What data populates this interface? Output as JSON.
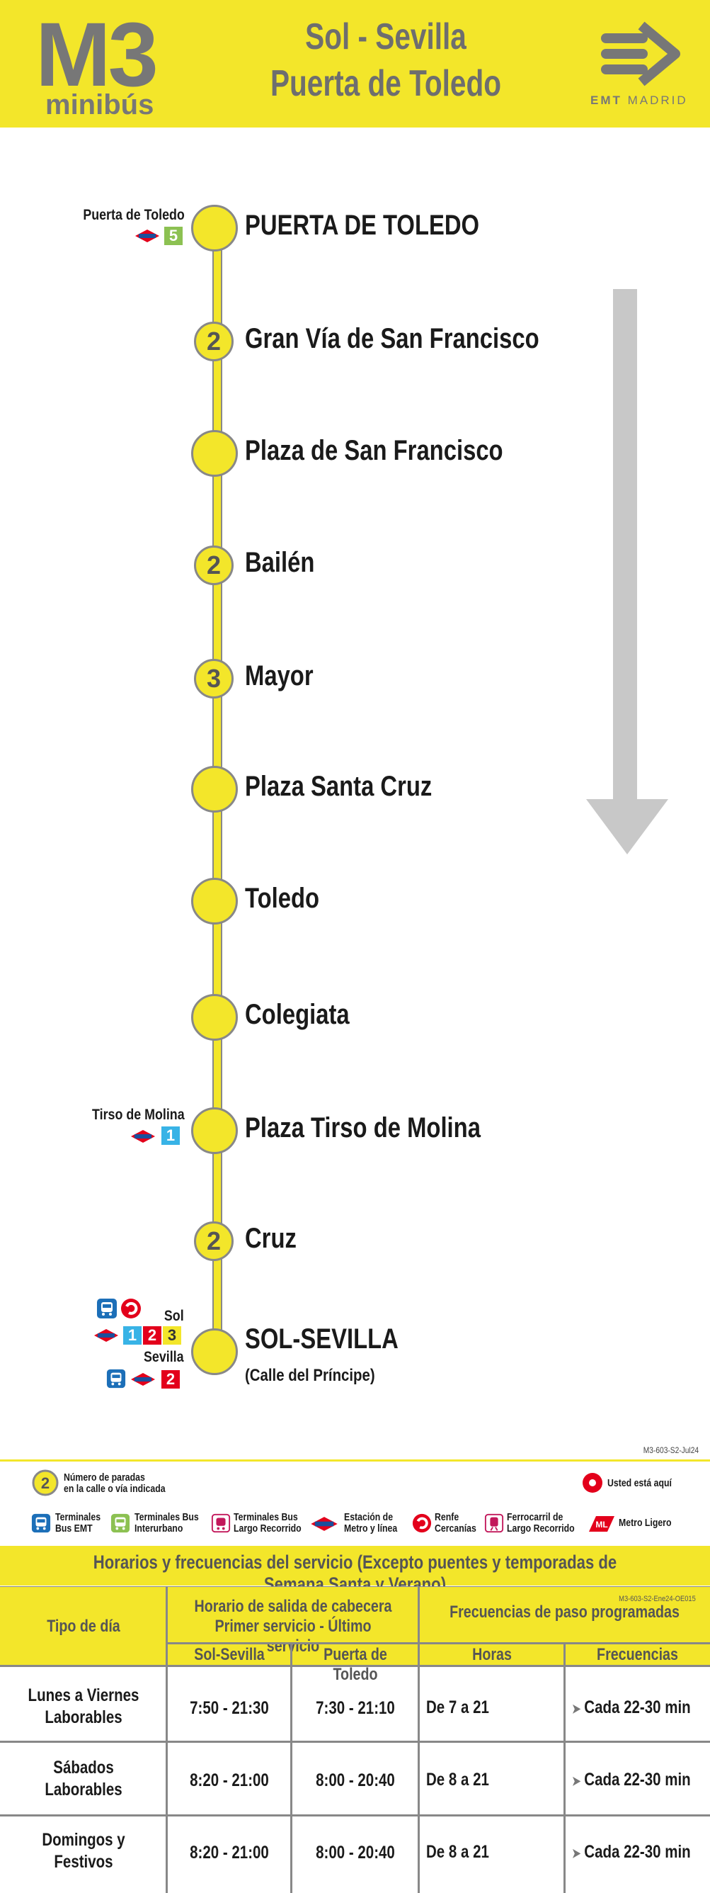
{
  "header": {
    "line_code": "M3",
    "line_type": "minibús",
    "title_line_1": "Sol - Sevilla",
    "title_line_2": "Puerta de Toledo",
    "operator_a": "EMT",
    "operator_b": "MADRID"
  },
  "colors": {
    "accent": "#f3e62a",
    "grey": "#777777",
    "metro_red": "#e3001b",
    "metro_blue": "#1b4f9c"
  },
  "stops": [
    {
      "name": "PUERTA DE TOLEDO",
      "count": ""
    },
    {
      "name": "Gran Vía de San Francisco",
      "count": "2"
    },
    {
      "name": "Plaza de San Francisco",
      "count": ""
    },
    {
      "name": "Bailén",
      "count": "2"
    },
    {
      "name": "Mayor",
      "count": "3"
    },
    {
      "name": "Plaza Santa Cruz",
      "count": ""
    },
    {
      "name": "Toledo",
      "count": ""
    },
    {
      "name": "Colegiata",
      "count": ""
    },
    {
      "name": "Plaza Tirso de Molina",
      "count": ""
    },
    {
      "name": "Cruz",
      "count": "2"
    },
    {
      "name": "SOL-SEVILLA",
      "count": "",
      "subtitle": "(Calle del Príncipe)"
    }
  ],
  "connections": {
    "puerta_de_toledo": {
      "label": "Puerta de Toledo",
      "line": "5",
      "line_color": "#8cc152"
    },
    "tirso_de_molina": {
      "label": "Tirso de Molina",
      "line": "1",
      "line_color": "#38b3e6"
    },
    "sol": {
      "label": "Sol",
      "lines": [
        {
          "n": "1",
          "c": "#38b3e6"
        },
        {
          "n": "2",
          "c": "#e3001b"
        },
        {
          "n": "3",
          "c": "#f3e62a"
        }
      ]
    },
    "sevilla": {
      "label": "Sevilla",
      "line": "2",
      "line_color": "#e3001b"
    }
  },
  "codes": {
    "top": "M3-603-S2-Jul24",
    "table": "M3-603-S2-Ene24-OE015"
  },
  "legend": {
    "stops_count_1": "Número de paradas",
    "stops_count_2": "en la calle o vía indicada",
    "here": "Usted está aquí",
    "items": [
      {
        "l1": "Terminales",
        "l2": "Bus EMT"
      },
      {
        "l1": "Terminales Bus",
        "l2": "Interurbano"
      },
      {
        "l1": "Terminales Bus",
        "l2": "Largo Recorrido"
      },
      {
        "l1": "Estación de",
        "l2": "Metro y línea"
      },
      {
        "l1": "Renfe",
        "l2": "Cercanías"
      },
      {
        "l1": "Ferrocarril de",
        "l2": "Largo Recorrido"
      },
      {
        "l1": "Metro Ligero",
        "l2": ""
      }
    ]
  },
  "schedule": {
    "title": "Horarios y frecuencias del servicio (Excepto puentes y temporadas de Semana Santa y Verano)",
    "col_day": "Tipo de día",
    "col_departure_1": "Horario de salida de cabecera",
    "col_departure_2": "Primer servicio - Último servicio",
    "col_freq": "Frecuencias de paso programadas",
    "sub_a": "Sol-Sevilla",
    "sub_b": "Puerta de Toledo",
    "sub_c": "Horas",
    "sub_d": "Frecuencias",
    "rows": [
      {
        "day_1": "Lunes a Viernes",
        "day_2": "Laborables",
        "a": "7:50 - 21:30",
        "b": "7:30 - 21:10",
        "hours": "De 7 a 21",
        "freq": "Cada 22-30 min"
      },
      {
        "day_1": "Sábados",
        "day_2": "Laborables",
        "a": "8:20 - 21:00",
        "b": "8:00 - 20:40",
        "hours": "De 8 a 21",
        "freq": "Cada 22-30 min"
      },
      {
        "day_1": "Domingos y",
        "day_2": "Festivos",
        "a": "8:20 - 21:00",
        "b": "8:00 - 20:40",
        "hours": "De 8 a 21",
        "freq": "Cada 22-30 min"
      }
    ]
  }
}
